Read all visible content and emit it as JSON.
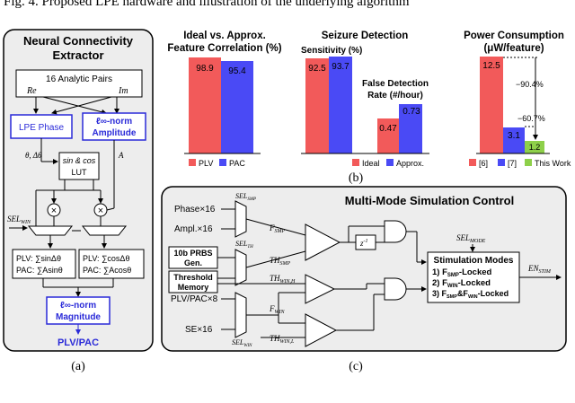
{
  "caption_top": "Fig. 4. Proposed LPE hardware and illustration of the underlying algorithm",
  "panel_a": {
    "title_line1": "Neural Connectivity",
    "title_line2": "Extractor",
    "pairs": "16 Analytic Pairs",
    "re": "Re",
    "im": "Im",
    "lpe_phase": "LPE Phase",
    "amp_line1": "ℓ∞-norm",
    "amp_line2": "Amplitude",
    "theta": "θ, Δθ",
    "lut_line1": "sin & cos",
    "lut_line2": "LUT",
    "a": "A",
    "sel_win": "SEL",
    "sel_win_sub": "WIN",
    "plv_sum": "PLV: ∑sinΔθ",
    "pac_sum_left": "PAC: ∑Asinθ",
    "plv_cos": "PLV: ∑cosΔθ",
    "pac_cos": "PAC: ∑Acosθ",
    "mag_line1": "ℓ∞-norm",
    "mag_line2": "Magnitude",
    "output": "PLV/PAC",
    "label": "(a)"
  },
  "panel_b": {
    "label": "(b)",
    "charts": [
      {
        "title_line1": "Ideal vs. Approx.",
        "title_line2": "Feature Correlation (%)",
        "legend": [
          "PLV",
          "PAC"
        ],
        "values": [
          "98.9",
          "95.4"
        ]
      },
      {
        "title": "Seizure Detection",
        "group1_label": "Sensitivity (%)",
        "group2_label_line1": "False Detection",
        "group2_label_line2": "Rate (#/hour)",
        "legend": [
          "Ideal",
          "Approx."
        ],
        "values": [
          "92.5",
          "93.7",
          "0.47",
          "0.73"
        ]
      },
      {
        "title_line1": "Power Consumption",
        "title_line2": "(μW/feature)",
        "legend": [
          "[6]",
          "[7]",
          "This Work"
        ],
        "values": [
          "12.5",
          "3.1",
          "1.2"
        ],
        "annotations": [
          "−90.4%",
          "−60.7%"
        ]
      }
    ],
    "colors": {
      "red": "#f25a5a",
      "blue": "#4a4af5",
      "green": "#8ed04a"
    }
  },
  "panel_c": {
    "title": "Multi-Mode Simulation Control",
    "label": "(c)",
    "inputs": [
      "Phase×16",
      "Ampl.×16",
      "PLV/PAC×8",
      "SE×16"
    ],
    "prbs_line1": "10b PRBS",
    "prbs_line2": "Gen.",
    "thr_line1": "Threshold",
    "thr_line2": "Memory",
    "sel_smp": "SEL",
    "sel_smp_sub": "SMP",
    "sel_th": "SEL",
    "sel_th_sub": "TH",
    "sel_win": "SEL",
    "sel_win_sub": "WIN",
    "sel_mode": "SEL",
    "sel_mode_sub": "MODE",
    "f_smp": "F",
    "f_smp_sub": "SMP",
    "th_smp": "TH",
    "th_smp_sub": "SMP",
    "th_win_h": "TH",
    "th_win_h_sub": "WIN,H",
    "f_win": "F",
    "f_win_sub": "WIN",
    "th_win_l": "TH",
    "th_win_l_sub": "WIN,L",
    "zinv": "z",
    "zinv_sup": "-1",
    "modes_title": "Stimulation Modes",
    "mode1": "1) F",
    "mode1_sub": "SMP",
    "mode1_tail": "-Locked",
    "mode2": "2) F",
    "mode2_sub": "WIN",
    "mode2_tail": "-Locked",
    "mode3": "3) F",
    "mode3_sub": "SMP",
    "mode3_mid": "&F",
    "mode3_sub2": "WIN",
    "mode3_tail": "-Locked",
    "en": "EN",
    "en_sub": "STIM"
  }
}
